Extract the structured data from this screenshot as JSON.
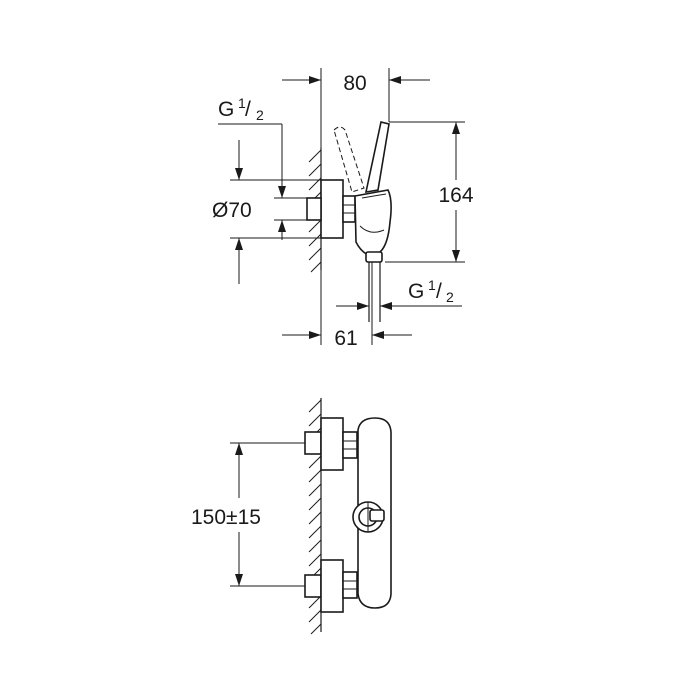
{
  "side_view": {
    "dim_width_top": "80",
    "dim_width_bottom": "61",
    "dim_height": "164",
    "dim_diameter": "Ø70",
    "thread_inlet": {
      "base": "G",
      "num": "1",
      "den": "2"
    },
    "thread_outlet": {
      "base": "G",
      "num": "1",
      "den": "2"
    }
  },
  "front_view": {
    "dim_center_distance": "150±15"
  }
}
